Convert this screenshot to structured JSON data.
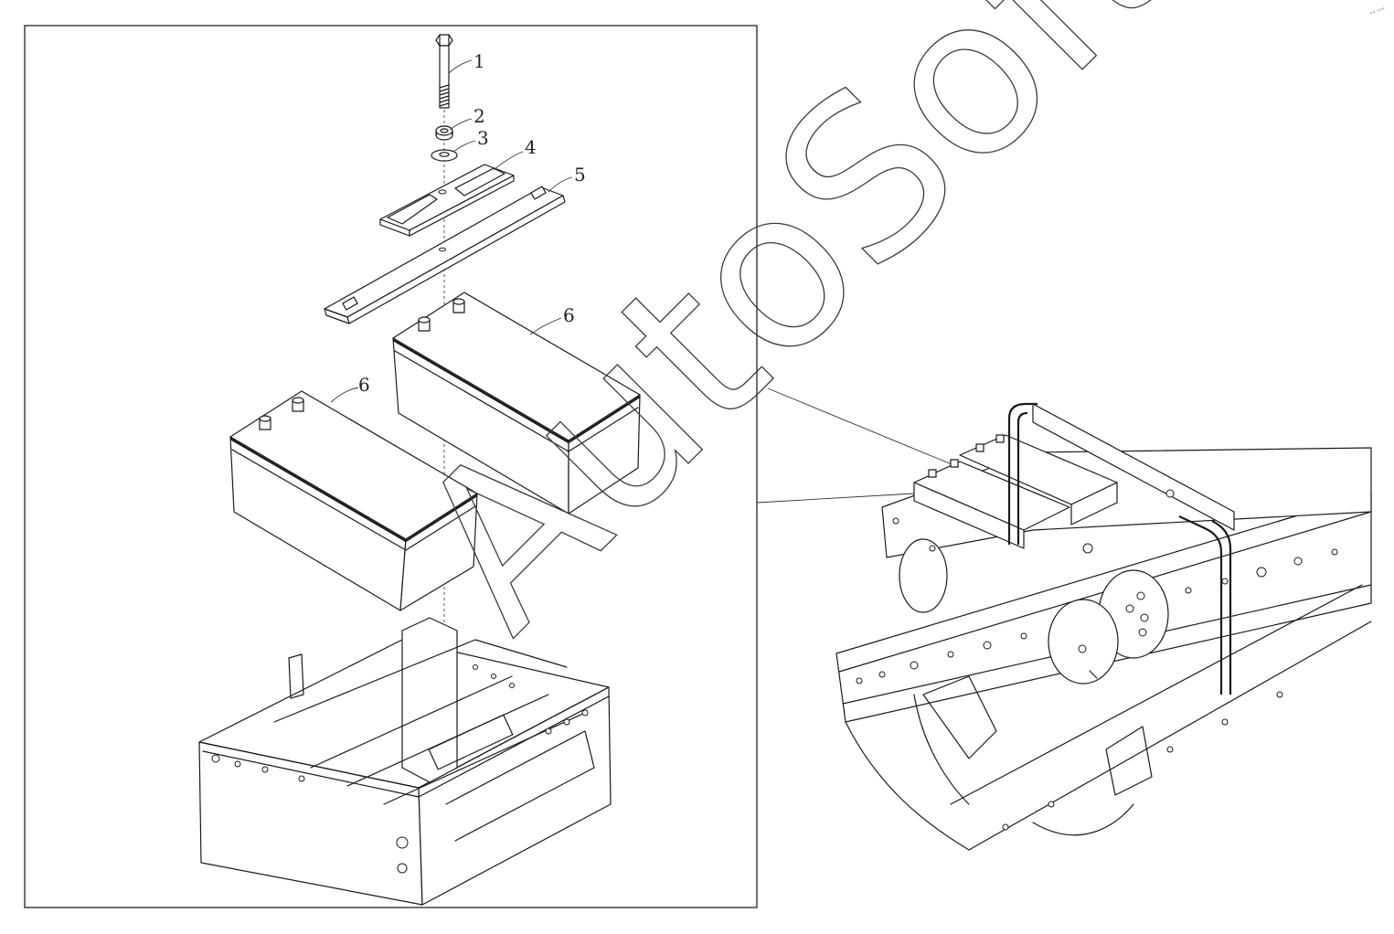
{
  "watermark": "AutoSoft",
  "corner_mark": "°° °°°",
  "callouts": [
    {
      "id": "1",
      "label": "1"
    },
    {
      "id": "2",
      "label": "2"
    },
    {
      "id": "3",
      "label": "3"
    },
    {
      "id": "4",
      "label": "4"
    },
    {
      "id": "5",
      "label": "5"
    },
    {
      "id": "6a",
      "label": "6"
    },
    {
      "id": "6b",
      "label": "6"
    }
  ],
  "parts": [
    {
      "ref": "1",
      "name": "bolt"
    },
    {
      "ref": "2",
      "name": "nut"
    },
    {
      "ref": "3",
      "name": "washer"
    },
    {
      "ref": "4",
      "name": "clamp-plate"
    },
    {
      "ref": "5",
      "name": "hold-down-bar"
    },
    {
      "ref": "6",
      "name": "battery"
    }
  ]
}
